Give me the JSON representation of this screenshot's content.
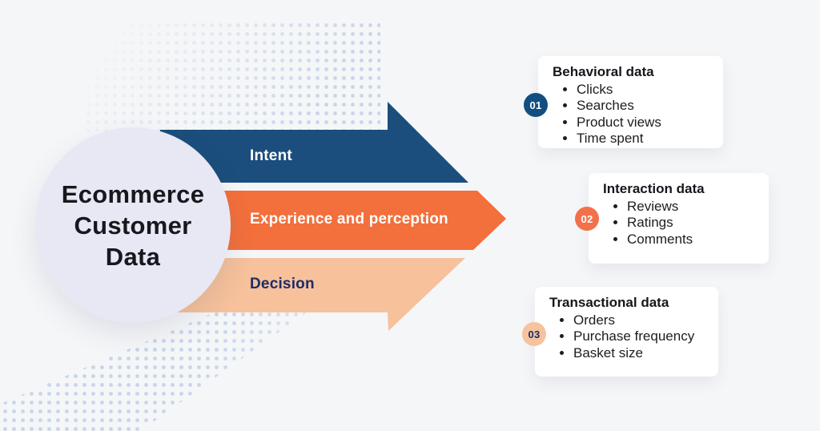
{
  "background": {
    "color": "#f5f6f8",
    "dot_color": "#c7d6e9"
  },
  "center_circle": {
    "title_lines": [
      "Ecommerce",
      "Customer",
      "Data"
    ],
    "bg_color": "#e7e8f4",
    "text_color": "#16181d"
  },
  "arrows": [
    {
      "label": "Intent",
      "color": "#1b4e7c",
      "label_color": "#ffffff"
    },
    {
      "label": "Experience and perception",
      "color": "#f36f3b",
      "label_color": "#ffffff"
    },
    {
      "label": "Decision",
      "color": "#f6c19b",
      "label_color": "#1f2c66"
    }
  ],
  "cards": [
    {
      "badge": "01",
      "badge_color": "#124f80",
      "badge_text_color": "#ffffff",
      "title": "Behavioral data",
      "items": [
        "Clicks",
        "Searches",
        "Product views",
        "Time spent"
      ]
    },
    {
      "badge": "02",
      "badge_color": "#f2714b",
      "badge_text_color": "#ffffff",
      "title": "Interaction data",
      "items": [
        "Reviews",
        "Ratings",
        "Comments"
      ]
    },
    {
      "badge": "03",
      "badge_color": "#f5c39e",
      "badge_text_color": "#1f2c66",
      "title": "Transactional data",
      "items": [
        "Orders",
        "Purchase frequency",
        "Basket size"
      ]
    }
  ]
}
